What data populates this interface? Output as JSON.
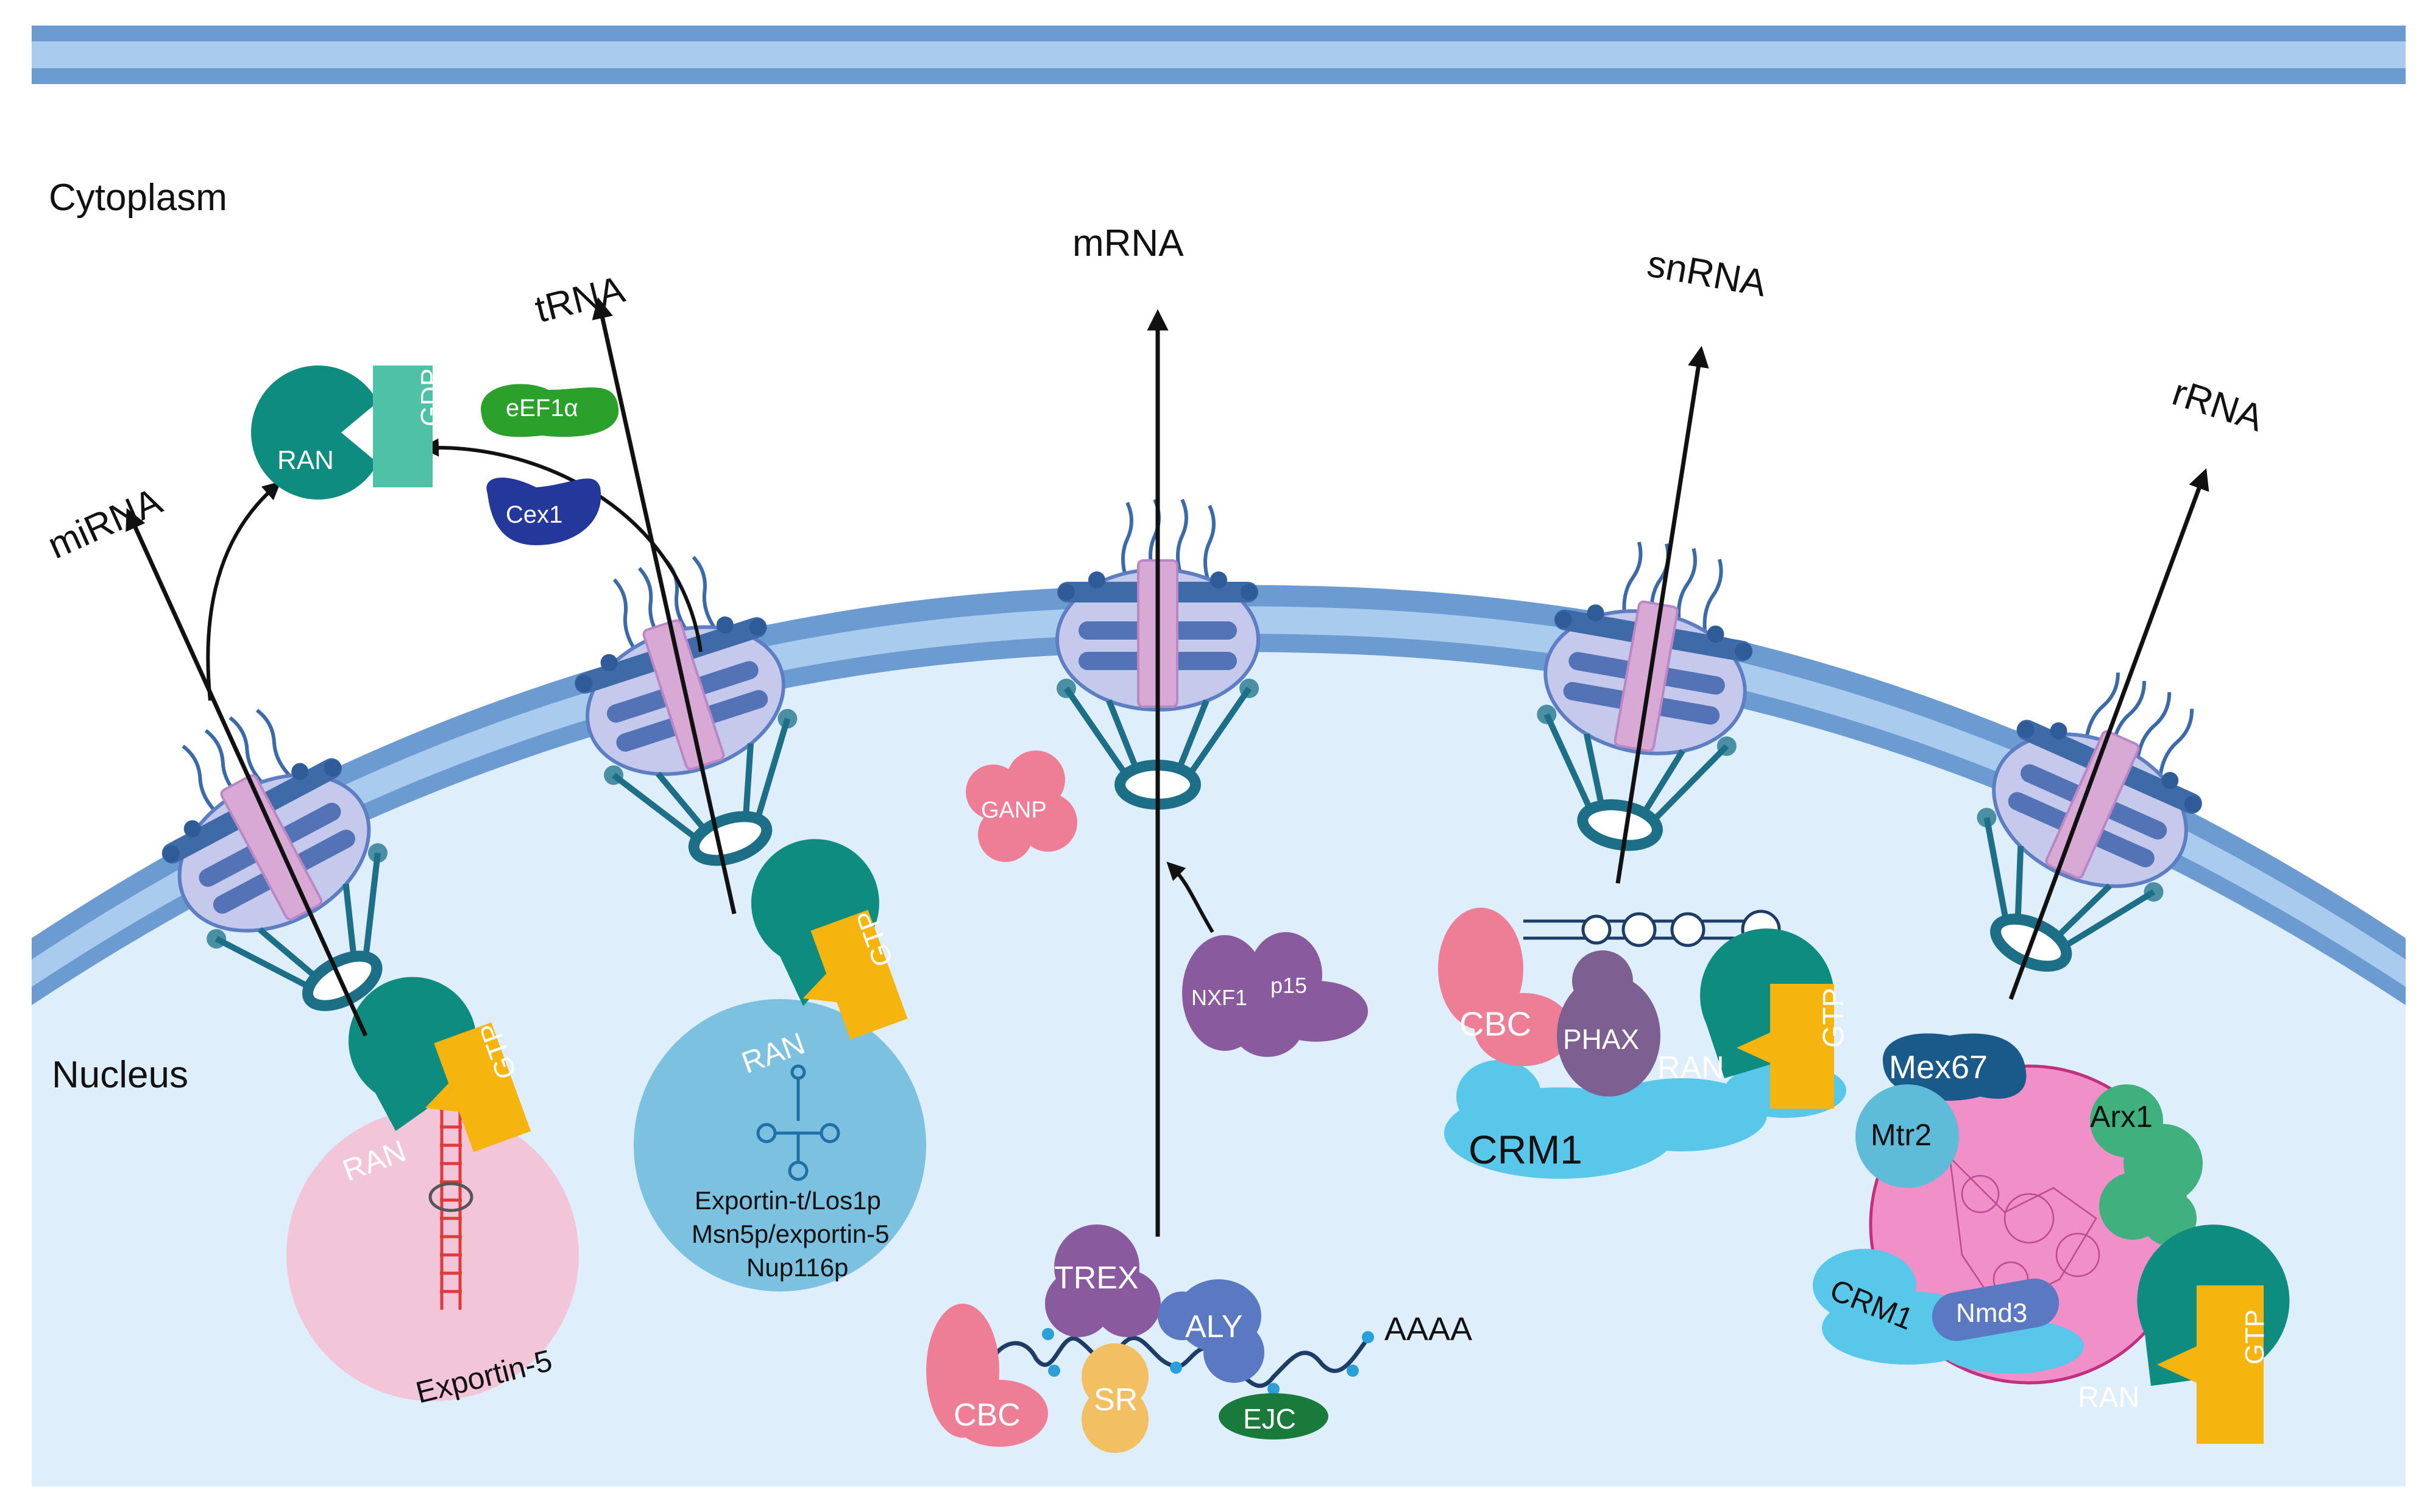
{
  "regions": {
    "cytoplasm": "Cytoplasm",
    "nucleus": "Nucleus"
  },
  "rna_types": {
    "mirna": "miRNA",
    "trna": "tRNA",
    "mrna": "mRNA",
    "snrna": "snRNA",
    "rrna": "rRNA"
  },
  "proteins": {
    "ran": "RAN",
    "gdp": "GDP",
    "gtp": "GTP",
    "eef1a": "eEF1α",
    "cex1": "Cex1",
    "exportin5": "Exportin-5",
    "exportin_t_line1": "Exportin-t/Los1p",
    "exportin_t_line2": "Msn5p/exportin-5",
    "exportin_t_line3": "Nup116p",
    "ganp": "GANP",
    "nxf1": "NXF1",
    "p15": "p15",
    "trex": "TREX",
    "aly": "ALY",
    "cbc": "CBC",
    "sr": "SR",
    "ejc": "EJC",
    "polya": "AAAA",
    "phax": "PHAX",
    "crm1": "CRM1",
    "mex67": "Mex67",
    "mtr2": "Mtr2",
    "arx1": "Arx1",
    "nmd3": "Nmd3"
  },
  "colors": {
    "membrane_outer": "#6b9bd1",
    "membrane_inner": "#a9ccee",
    "nucleoplasm": "#deeefb",
    "ran": "#0f8c80",
    "gtp": "#f6b40e",
    "gdp": "#4fc1a6",
    "exportin5": "#f2c5d8",
    "exportin_t": "#7cc1e0",
    "trex": "#8a5a9e",
    "cbc": "#ee7e96",
    "crm1": "#58c7ea",
    "ejc": "#197a3c"
  }
}
